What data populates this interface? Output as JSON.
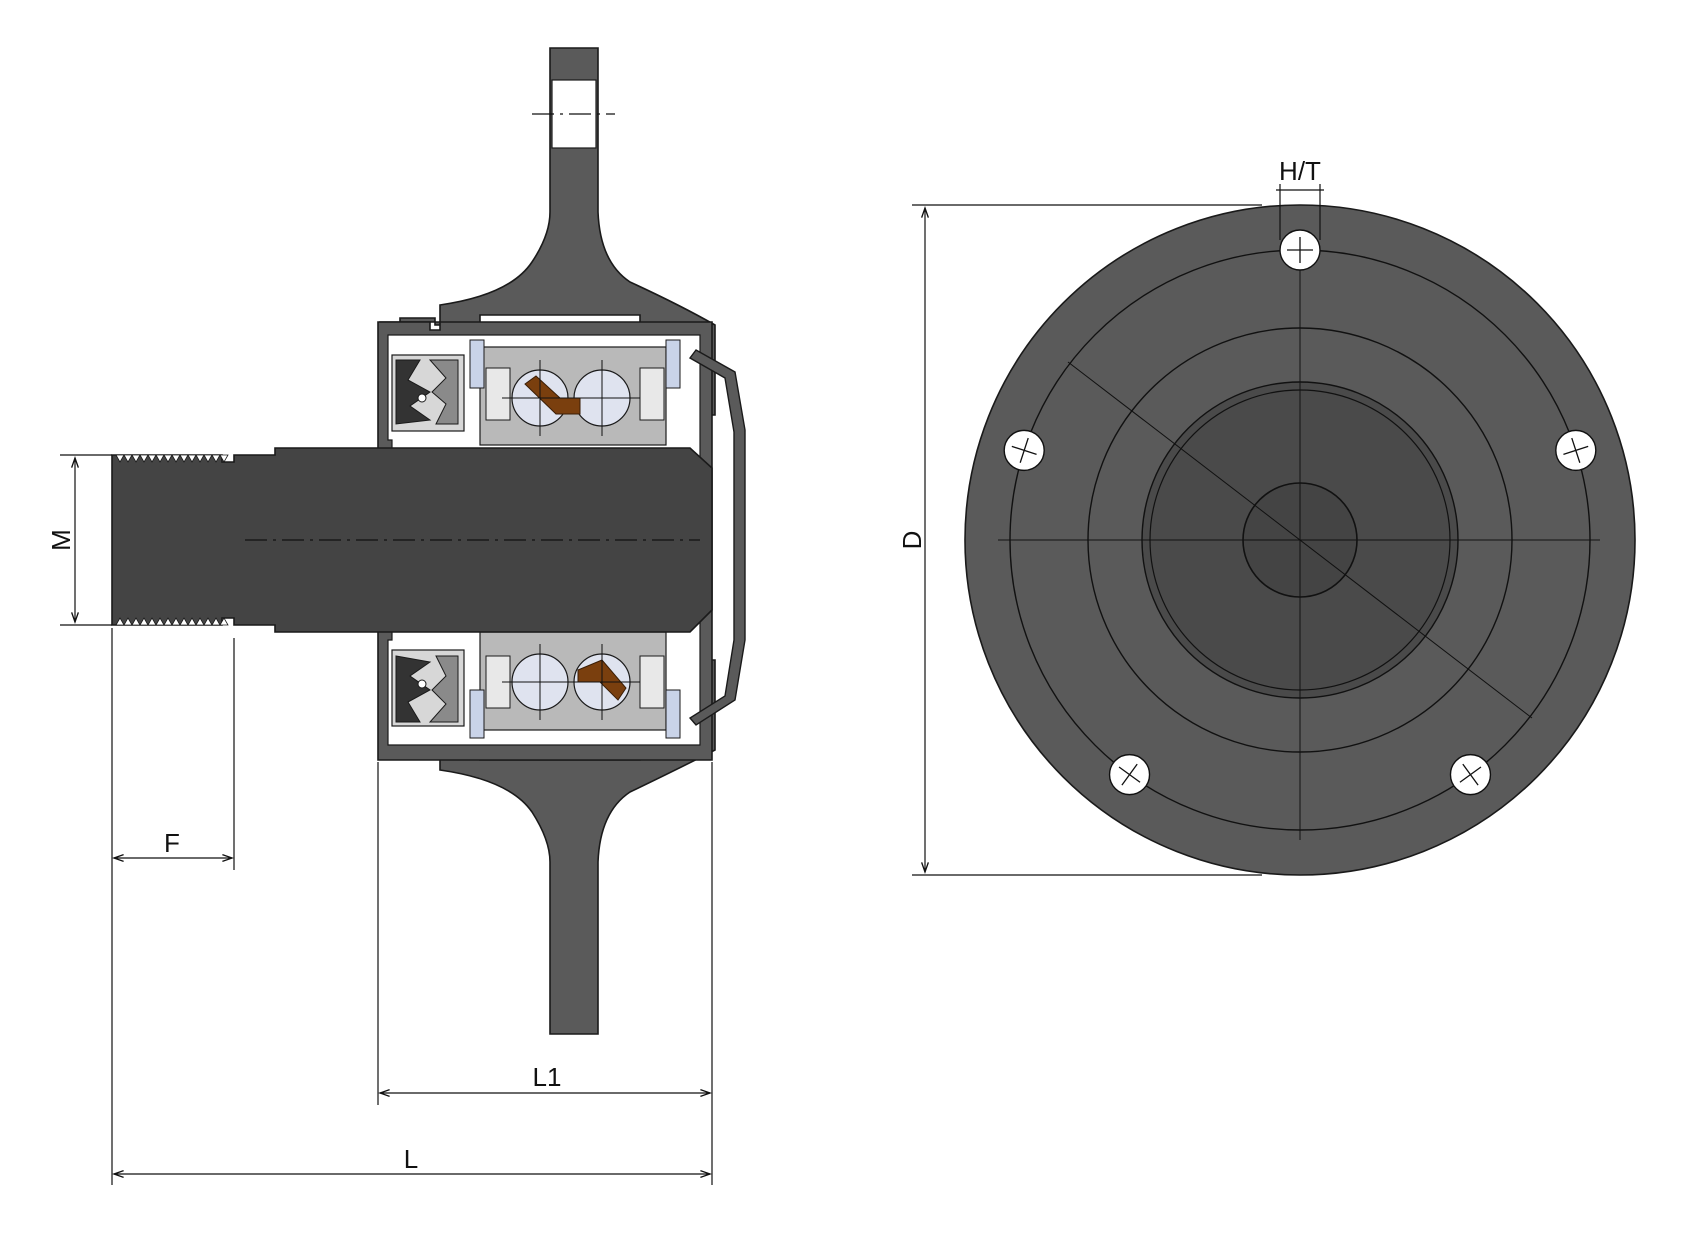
{
  "labels": {
    "M": "M",
    "F": "F",
    "L1": "L1",
    "L": "L",
    "D": "D",
    "HT": "H/T"
  },
  "colors": {
    "body": "#5a5a5a",
    "shaft": "#444444",
    "bearing_race": "#b9b9b9",
    "ball": "#dfe3ef",
    "cage": "#7a3f0e",
    "seal": "#d7d7d7",
    "line": "#111111"
  }
}
